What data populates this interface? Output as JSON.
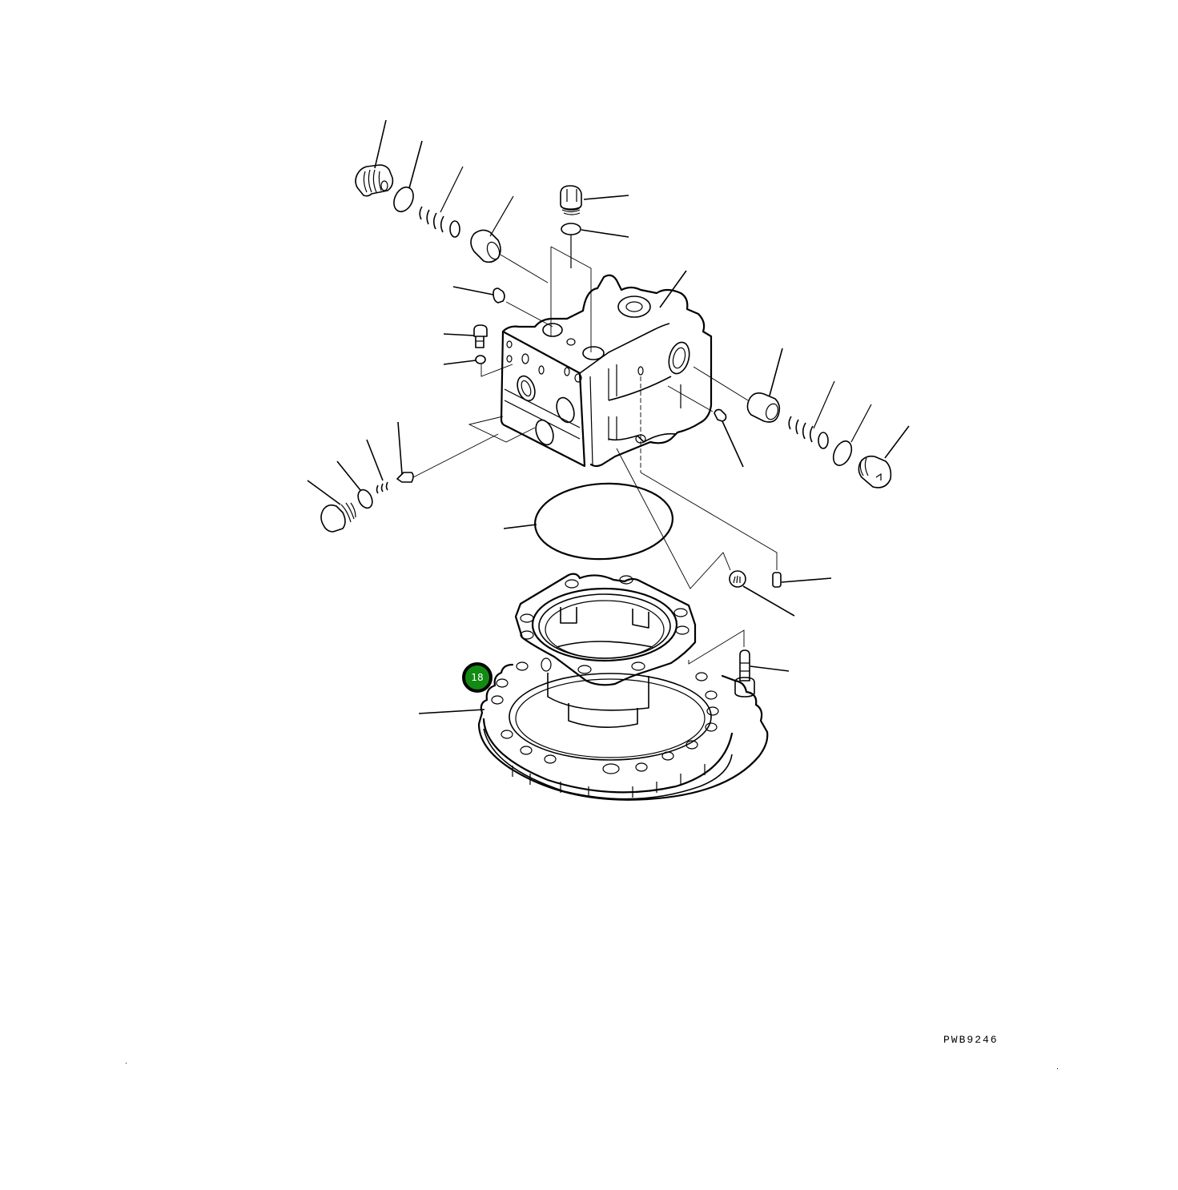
{
  "diagram": {
    "drawing_code": "PWB9246",
    "callouts": [
      {
        "number": "18",
        "color": "#138a13",
        "border_color": "#000000",
        "target": "ring-gear-housing"
      }
    ],
    "parts_shown": [
      "plug-upper-left",
      "o-ring-upper-left",
      "spring-upper-left",
      "piston-upper-left",
      "plug-top",
      "o-ring-top",
      "plug-small-upper",
      "bolt-small",
      "o-ring-small",
      "valve-body-housing",
      "check-valve-small",
      "plug-right",
      "o-ring-right",
      "spring-right",
      "piston-right",
      "plug-left-lower",
      "o-ring-left-lower",
      "spring-left-lower",
      "poppet-left-lower",
      "o-ring-large",
      "pin-dowel",
      "filter-plug",
      "motor-flange-housing",
      "ring-gear-housing",
      "socket-head-bolt"
    ]
  }
}
